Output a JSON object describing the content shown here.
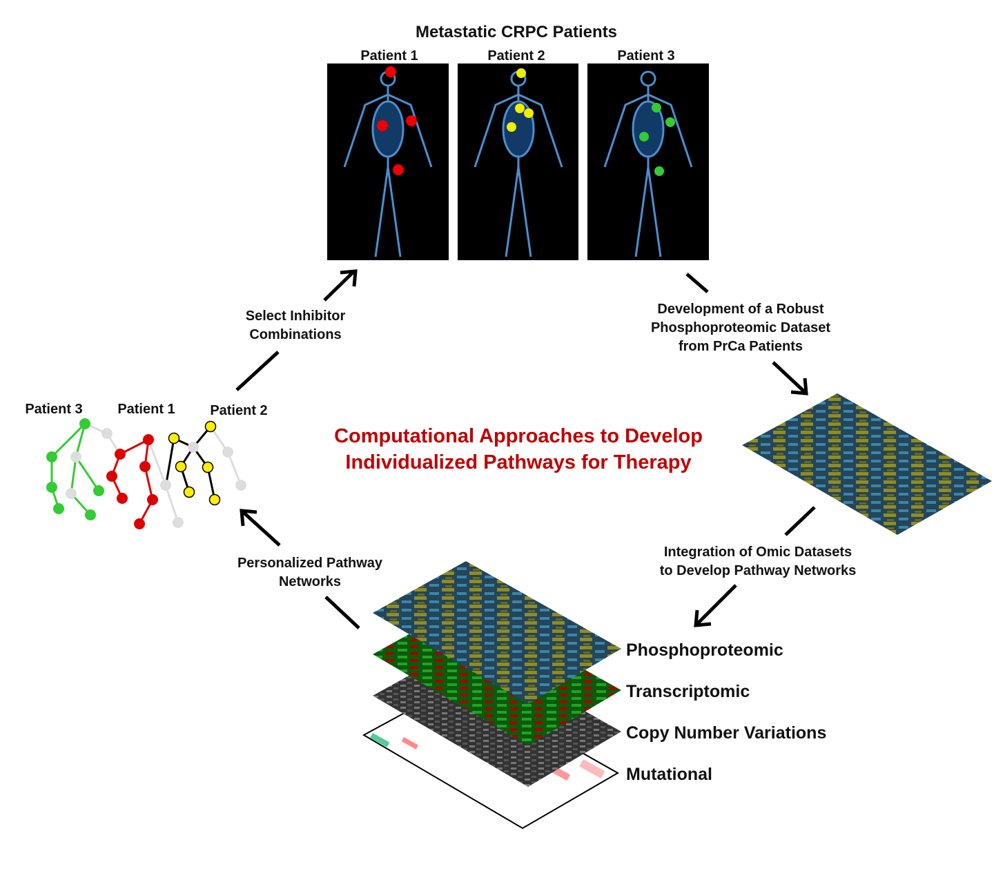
{
  "title": "Metastatic CRPC Patients",
  "patients_top": [
    "Patient 1",
    "Patient 2",
    "Patient 3"
  ],
  "center_title": [
    "Computational Approaches to Develop",
    "Individualized Pathways for Therapy"
  ],
  "steps": {
    "select": [
      "Select Inhibitor",
      "Combinations"
    ],
    "development": [
      "Development of a Robust",
      "Phosphoproteomic Dataset",
      "from PrCa Patients"
    ],
    "integration": [
      "Integration of Omic Datasets",
      "to Develop Pathway Networks"
    ],
    "personalized": [
      "Personalized Pathway",
      "Networks"
    ]
  },
  "network_labels": [
    "Patient 3",
    "Patient 1",
    "Patient 2"
  ],
  "layers": [
    "Phosphoproteomic",
    "Transcriptomic",
    "Copy Number Variations",
    "Mutational"
  ],
  "colors": {
    "accent": "#c00000",
    "patient1": "#dd0000",
    "patient2": "#ffee00",
    "patient3": "#33cc33",
    "heat_yellow": "#9c9a1e",
    "heat_blue": "#2e6f8e"
  }
}
